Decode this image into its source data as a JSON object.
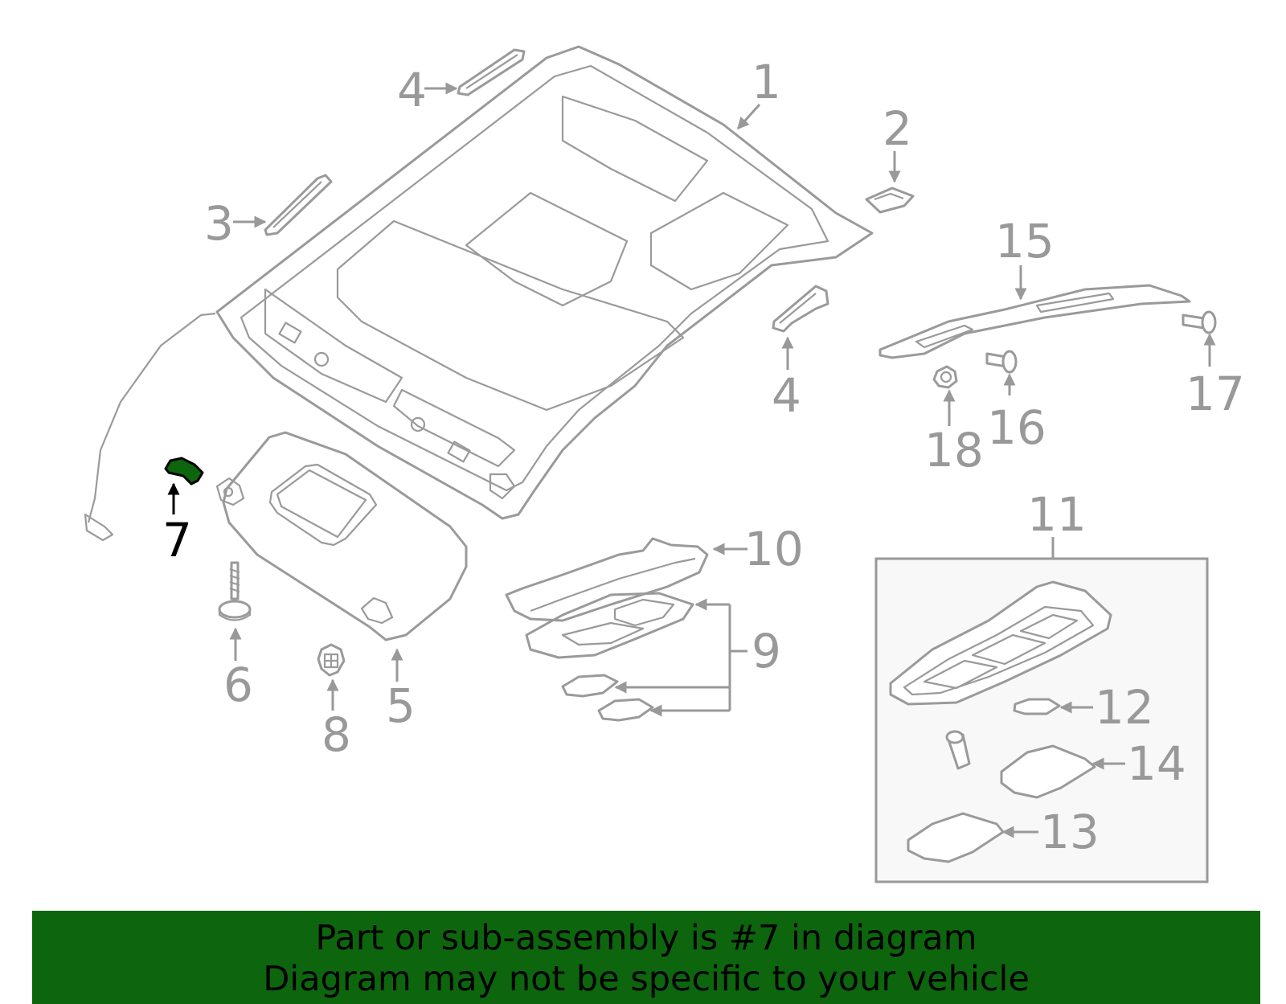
{
  "colors": {
    "banner_background": "#0d650d",
    "banner_text": "#000000",
    "part_stroke": "#9a9a9a",
    "callout_text": "#999999",
    "highlight_fill": "#0d650d",
    "highlight_text": "#000000",
    "box_fill": "#f8f8f8"
  },
  "callouts": {
    "c1": "1",
    "c2": "2",
    "c3": "3",
    "c4a": "4",
    "c4b": "4",
    "c5": "5",
    "c6": "6",
    "c7": "7",
    "c8": "8",
    "c9": "9",
    "c10": "10",
    "c11": "11",
    "c12": "12",
    "c13": "13",
    "c14": "14",
    "c15": "15",
    "c16": "16",
    "c17": "17",
    "c18": "18"
  },
  "highlighted_part": "7",
  "banner": {
    "line1": "Part or sub-assembly is #7 in diagram",
    "line2": "Diagram may not be specific to your vehicle"
  }
}
